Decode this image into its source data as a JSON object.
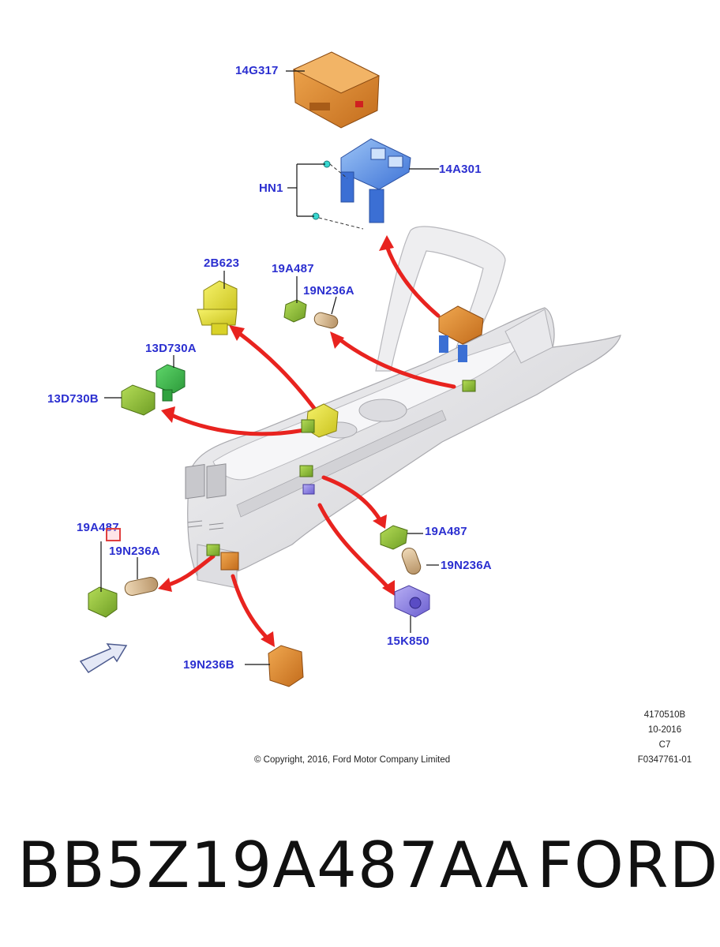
{
  "diagram": {
    "callouts": {
      "c14g317": "14G317",
      "c14a301": "14A301",
      "hn1": "HN1",
      "c2b623": "2B623",
      "c19a487_top": "19A487",
      "c19n236a_top": "19N236A",
      "c13d730a": "13D730A",
      "c13d730b": "13D730B",
      "c19a487_right": "19A487",
      "c19n236a_right": "19N236A",
      "c15k850": "15K850",
      "c19a487_left": "19A487",
      "c19n236a_left": "19N236A",
      "c19n236b": "19N236B"
    },
    "copyright": "© Copyright, 2016, Ford Motor Company Limited",
    "ref": {
      "code": "4170510B",
      "date": "10-2016",
      "rev": "C7",
      "figure": "F0347761-01"
    }
  },
  "caption": {
    "part_number": "BB5Z19A487AA",
    "brand": "FORD"
  },
  "colors": {
    "callout_blue": "#2b2fd0",
    "arrow_red": "#e8231f",
    "console_gray": "#e6e6e8",
    "part_yellow": "#e8e23a",
    "part_green": "#8cc63a",
    "part_orange": "#e3892a",
    "part_blue": "#4f87e8",
    "part_tan": "#d9b88c",
    "part_purple": "#8a7ee0",
    "highlight_red": "#e04040"
  }
}
